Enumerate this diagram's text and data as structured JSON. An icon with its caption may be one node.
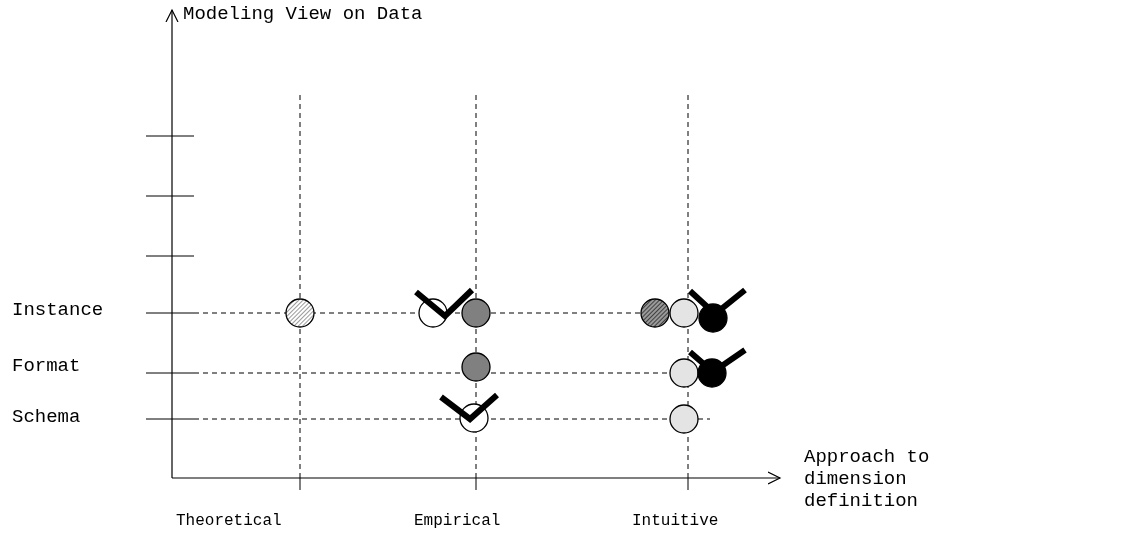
{
  "diagram": {
    "labels": [
      "Modeling View on Data",
      "Instance",
      "Format",
      "Schema",
      "Approach to dimension definition",
      "Theoretical",
      "Empirical",
      "Intuitive"
    ]
  }
}
